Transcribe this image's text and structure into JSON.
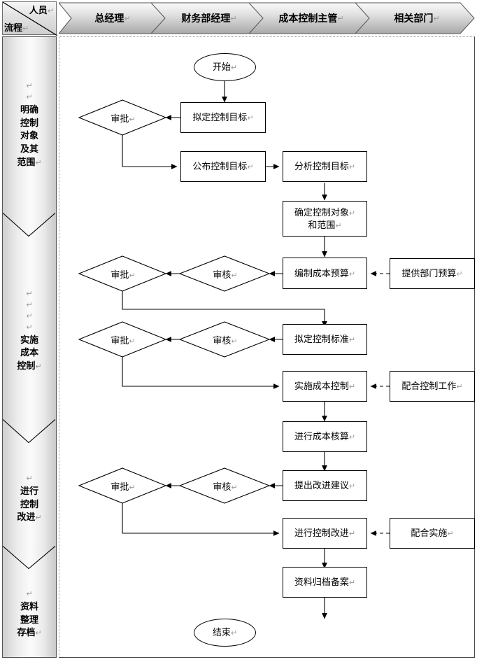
{
  "corner": {
    "top_label": "人员",
    "bottom_label": "流程",
    "cr": "↵"
  },
  "header": {
    "lanes": [
      {
        "label": "总经理",
        "cr": "↵"
      },
      {
        "label": "财务部经理",
        "cr": "↵"
      },
      {
        "label": "成本控制主管",
        "cr": "↵"
      },
      {
        "label": "相关部门",
        "cr": "↵"
      }
    ]
  },
  "sidebar": {
    "phases": [
      {
        "lines": [
          "↵",
          "↵",
          "明确",
          "控制",
          "对象",
          "及其",
          "范围"
        ],
        "cr": "↵"
      },
      {
        "lines": [
          "↵",
          "↵",
          "↵",
          "↵",
          "实施",
          "成本",
          "控制"
        ],
        "cr": "↵"
      },
      {
        "lines": [
          "↵",
          "进行",
          "控制",
          "改进"
        ],
        "cr": "↵"
      },
      {
        "lines": [
          "↵",
          "资料",
          "整理",
          "存档"
        ],
        "cr": "↵"
      }
    ]
  },
  "flow": {
    "nodes": [
      {
        "id": "start",
        "type": "terminator",
        "label": "开始",
        "cr": "↵"
      },
      {
        "id": "n-draft",
        "type": "process",
        "label": "拟定控制目标",
        "cr": "↵"
      },
      {
        "id": "d-appr-1",
        "type": "decision",
        "label": "审批",
        "cr": "↵"
      },
      {
        "id": "n-publish",
        "type": "process",
        "label": "公布控制目标",
        "cr": "↵"
      },
      {
        "id": "n-analyze",
        "type": "process",
        "label": "分析控制目标",
        "cr": "↵"
      },
      {
        "id": "n-scope",
        "type": "process",
        "label": "确定控制对象和范围",
        "line1": "确定控制对象",
        "line2": "和范围",
        "cr": "↵"
      },
      {
        "id": "n-budget",
        "type": "process",
        "label": "编制成本预算",
        "cr": "↵"
      },
      {
        "id": "d-check-1",
        "type": "decision",
        "label": "审核",
        "cr": "↵"
      },
      {
        "id": "d-appr-2",
        "type": "decision",
        "label": "审批",
        "cr": "↵"
      },
      {
        "id": "s-deptbud",
        "type": "process",
        "label": "提供部门预算",
        "cr": "↵"
      },
      {
        "id": "n-standard",
        "type": "process",
        "label": "拟定控制标准",
        "cr": "↵"
      },
      {
        "id": "d-check-2",
        "type": "decision",
        "label": "审核",
        "cr": "↵"
      },
      {
        "id": "d-appr-3",
        "type": "decision",
        "label": "审批",
        "cr": "↵"
      },
      {
        "id": "n-execute",
        "type": "process",
        "label": "实施成本控制",
        "cr": "↵"
      },
      {
        "id": "s-cooperate",
        "type": "process",
        "label": "配合控制工作",
        "cr": "↵"
      },
      {
        "id": "n-accounting",
        "type": "process",
        "label": "进行成本核算",
        "cr": "↵"
      },
      {
        "id": "n-suggest",
        "type": "process",
        "label": "提出改进建议",
        "cr": "↵"
      },
      {
        "id": "d-check-3",
        "type": "decision",
        "label": "审核",
        "cr": "↵"
      },
      {
        "id": "d-appr-4",
        "type": "decision",
        "label": "审批",
        "cr": "↵"
      },
      {
        "id": "n-improve",
        "type": "process",
        "label": "进行控制改进",
        "cr": "↵"
      },
      {
        "id": "s-assist",
        "type": "process",
        "label": "配合实施",
        "cr": "↵"
      },
      {
        "id": "n-archive",
        "type": "process",
        "label": "资料归档备案",
        "cr": "↵"
      },
      {
        "id": "end",
        "type": "terminator",
        "label": "结束",
        "cr": "↵"
      }
    ]
  },
  "colors": {
    "stroke": "#000000",
    "band_light": "#f4f4f4",
    "band_dark": "#9e9e9e",
    "canvas_border": "#4a4a4a",
    "cr_mark": "#9a9a9a"
  }
}
